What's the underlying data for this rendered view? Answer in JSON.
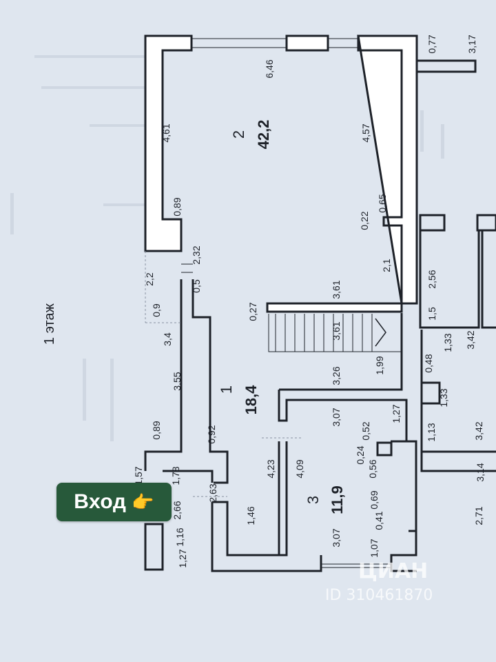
{
  "floor_label": "1 этаж",
  "entry": {
    "label": "Вход",
    "icon": "pointing-hand-icon"
  },
  "rooms": [
    {
      "number": "1",
      "area": "18,4"
    },
    {
      "number": "2",
      "area": "42,2"
    },
    {
      "number": "3",
      "area": "11,9"
    }
  ],
  "dimensions": [
    "0,77",
    "3,17",
    "6,46",
    "4,61",
    "4,57",
    "0,89",
    "0,65",
    "0,22",
    "2,32",
    "2,1",
    "2,2",
    "0,5",
    "3,61",
    "0,27",
    "0,9",
    "3,4",
    "3,61",
    "1,99",
    "3,55",
    "3,26",
    "0,89",
    "0,92",
    "3,07",
    "1,27",
    "0,52",
    "4,23",
    "4,09",
    "0,24",
    "1,57",
    "1,78",
    "0,56",
    "2,63",
    "0,69",
    "2,66",
    "1,46",
    "3,07",
    "1,16",
    "1,27",
    "0,41",
    "1,07",
    "2,56",
    "1,5",
    "1,33",
    "0,48",
    "3,42",
    "1,33",
    "1,13",
    "3,42",
    "3,14",
    "2,71"
  ],
  "watermark": {
    "brand": "ЦИАН",
    "id": "ID 310461870"
  },
  "colors": {
    "paper": "#dfe6ef",
    "wall": "#1d2128",
    "badge": "#27593a"
  }
}
